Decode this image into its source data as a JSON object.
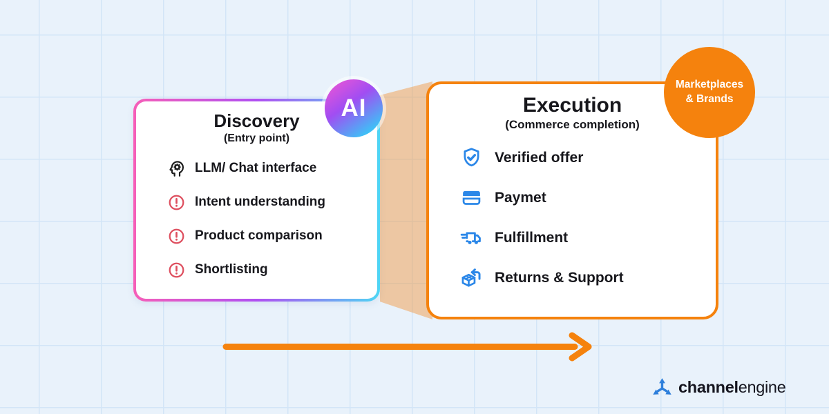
{
  "canvas": {
    "bg_color": "#e9f2fb",
    "grid_color": "#d3e5f7"
  },
  "discovery_card": {
    "title": "Discovery",
    "subtitle": "(Entry point)",
    "border_gradient": [
      "#f65fb8",
      "#b04ff2",
      "#4ed6f4"
    ],
    "item_icon_alert_color": "#de4f5f",
    "items": [
      {
        "icon": "head-gear-icon",
        "label": "LLM/ Chat interface"
      },
      {
        "icon": "alert-circle-icon",
        "label": "Intent understanding"
      },
      {
        "icon": "alert-circle-icon",
        "label": "Product comparison"
      },
      {
        "icon": "alert-circle-icon",
        "label": "Shortlisting"
      }
    ]
  },
  "ai_badge": {
    "label": "AI",
    "gradient": [
      "#e956d6",
      "#a14df2",
      "#2ed3f7"
    ]
  },
  "execution_card": {
    "title": "Execution",
    "subtitle": "(Commerce completion)",
    "border_color": "#f5820d",
    "icon_color": "#2b87e8",
    "items": [
      {
        "icon": "shield-check-icon",
        "label": "Verified offer"
      },
      {
        "icon": "credit-card-icon",
        "label": "Paymet"
      },
      {
        "icon": "delivery-truck-icon",
        "label": "Fulfillment"
      },
      {
        "icon": "package-return-icon",
        "label": "Returns & Support"
      }
    ]
  },
  "marketplaces_badge": {
    "line1": "Marketplaces",
    "line2": "& Brands",
    "bg_color": "#f5820d"
  },
  "flow_arrow": {
    "color": "#f5820d"
  },
  "logo": {
    "name_bold": "channel",
    "name_light": "engine",
    "icon_color": "#2e7fdb"
  }
}
